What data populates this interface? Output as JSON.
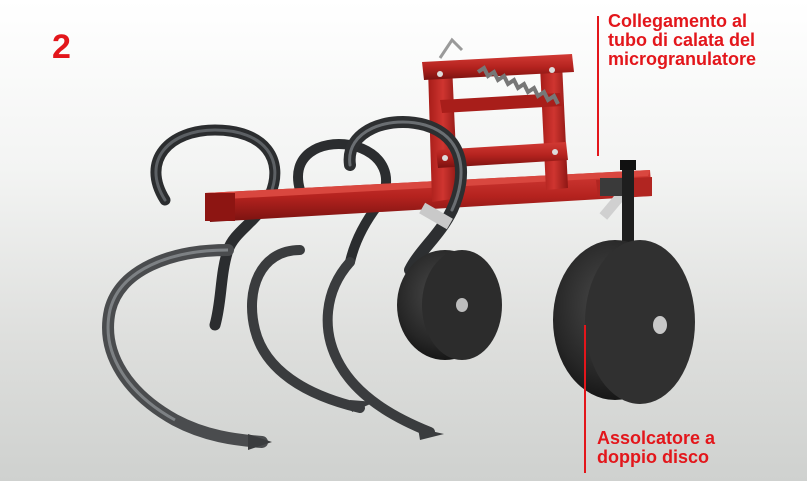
{
  "figure": {
    "number": "2",
    "accent_color": "#e3161b"
  },
  "labels": {
    "top": {
      "line1": "Collegamento al",
      "line2": "tubo di calata del",
      "line3": "microgranulatore"
    },
    "bottom": {
      "line1": "Assolcatore a",
      "line2": "doppio disco"
    }
  }
}
